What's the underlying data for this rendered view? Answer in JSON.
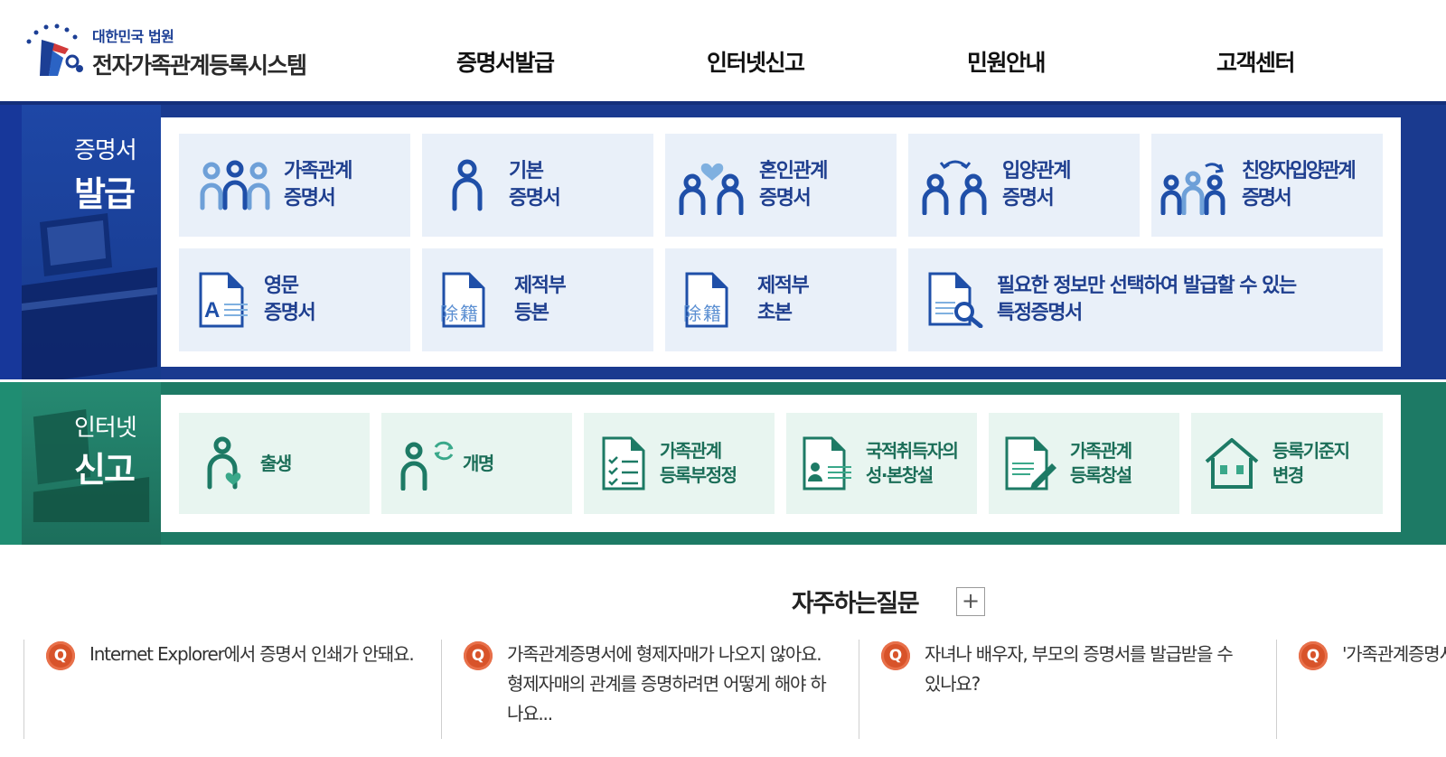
{
  "header": {
    "org": "대한민국 법원",
    "title": "전자가족관계등록시스템",
    "nav": [
      "증명서발급",
      "인터넷신고",
      "민원안내",
      "고객센터"
    ]
  },
  "cert_section": {
    "label_small": "증명서",
    "label_big": "발급",
    "tiles": [
      {
        "line1": "가족관계",
        "line2": "증명서",
        "icon": "family-icon"
      },
      {
        "line1": "기본",
        "line2": "증명서",
        "icon": "person-icon"
      },
      {
        "line1": "혼인관계",
        "line2": "증명서",
        "icon": "marriage-icon"
      },
      {
        "line1": "입양관계",
        "line2": "증명서",
        "icon": "adoption-icon"
      },
      {
        "line1": "친양자입양관계",
        "line2": "증명서",
        "icon": "full-adoption-icon"
      },
      {
        "line1": "영문",
        "line2": "증명서",
        "icon": "english-document-icon"
      },
      {
        "line1": "제적부",
        "line2": "등본",
        "icon": "removed-register-icon",
        "badge": "除籍"
      },
      {
        "line1": "제적부",
        "line2": "초본",
        "icon": "removed-register-icon",
        "badge": "除籍"
      },
      {
        "line1": "필요한 정보만 선택하여 발급할 수 있는",
        "line2": "특정증명서",
        "icon": "document-search-icon"
      }
    ]
  },
  "report_section": {
    "label_small": "인터넷",
    "label_big": "신고",
    "tiles": [
      {
        "line1": "출생",
        "line2": "",
        "icon": "birth-icon"
      },
      {
        "line1": "개명",
        "line2": "",
        "icon": "rename-icon"
      },
      {
        "line1": "가족관계",
        "line2": "등록부정정",
        "icon": "checklist-icon"
      },
      {
        "line1": "국적취득자의",
        "line2": "성·본창설",
        "icon": "nationality-icon"
      },
      {
        "line1": "가족관계",
        "line2": "등록창설",
        "icon": "document-pen-icon"
      },
      {
        "line1": "등록기준지",
        "line2": "변경",
        "icon": "house-icon"
      }
    ]
  },
  "faq": {
    "title": "자주하는질문",
    "plus": "+",
    "q_mark": "Q",
    "items": [
      "Internet Explorer에서 증명서 인쇄가 안돼요.",
      "가족관계증명서에 형제자매가 나오지 않아요. 형제자매의 관계를 증명하려면 어떻게 해야 하나요...",
      "자녀나 배우자, 부모의 증명서를 발급받을 수 있나요?",
      "'가족관계증명서'가 나오며 영문"
    ]
  },
  "colors": {
    "cert_band": "#1a3a8f",
    "report_band": "#1d7a65",
    "cert_text": "#1f3f8f",
    "report_text": "#1b6e58",
    "faq_q": "#d8532a"
  }
}
